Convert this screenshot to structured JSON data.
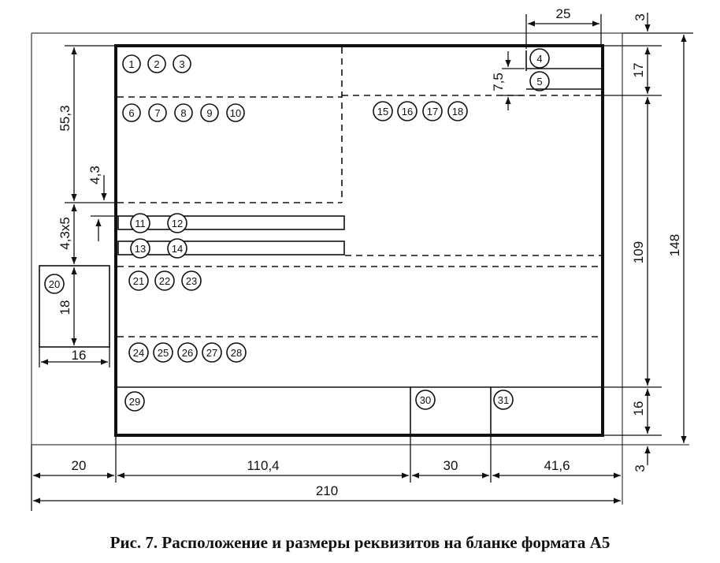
{
  "caption": "Рис.  7. Расположение и размеры реквизитов на бланке формата А5",
  "dimensions": {
    "top_25": "25",
    "top_3": "3",
    "right_17": "17",
    "right_109": "109",
    "right_16": "16",
    "right_148": "148",
    "bottom_3": "3",
    "bottom_20": "20",
    "bottom_110_4": "110,4",
    "bottom_30": "30",
    "bottom_41_6": "41,6",
    "bottom_210": "210",
    "left_55_3": "55,3",
    "left_4_3": "4,3",
    "left_4_3x5": "4,3х5",
    "left_18": "18",
    "left_16": "16",
    "inner_7_5": "7,5"
  },
  "fields": {
    "f1": "1",
    "f2": "2",
    "f3": "3",
    "f4": "4",
    "f5": "5",
    "f6": "6",
    "f7": "7",
    "f8": "8",
    "f9": "9",
    "f10": "10",
    "f11": "11",
    "f12": "12",
    "f13": "13",
    "f14": "14",
    "f15": "15",
    "f16": "16",
    "f17": "17",
    "f18": "18",
    "f20": "20",
    "f21": "21",
    "f22": "22",
    "f23": "23",
    "f24": "24",
    "f25": "25",
    "f26": "26",
    "f27": "27",
    "f28": "28",
    "f29": "29",
    "f30": "30",
    "f31": "31"
  }
}
